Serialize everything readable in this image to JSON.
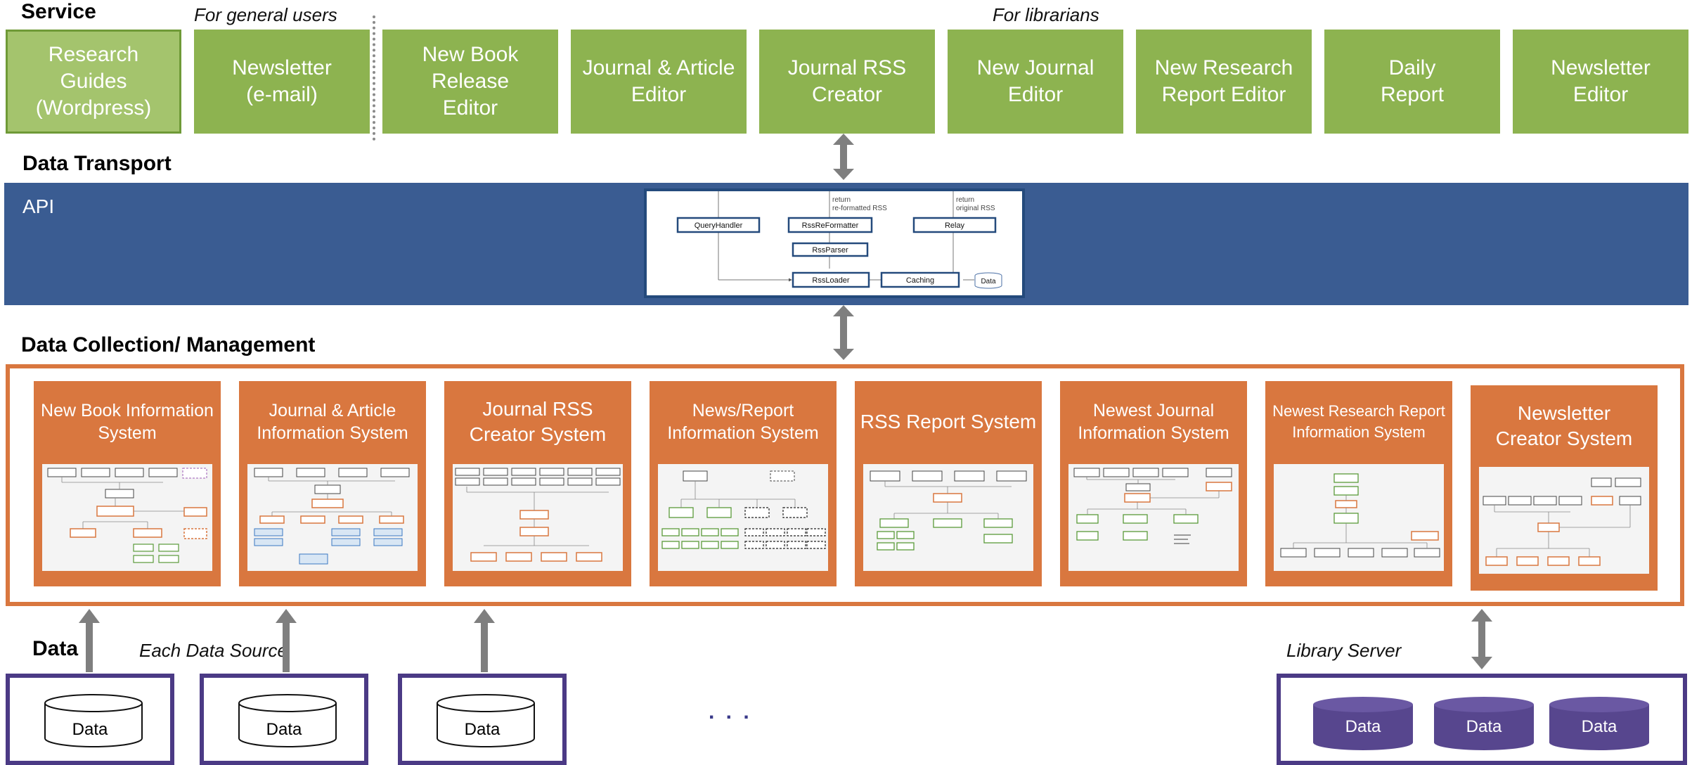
{
  "headers": {
    "service": "Service",
    "transport": "Data Transport",
    "collection": "Data Collection/ Management",
    "data": "Data"
  },
  "captions": {
    "general_users": "For general users",
    "librarians": "For librarians",
    "each_source": "Each Data Source",
    "library_server": "Library Server"
  },
  "services": [
    "Research\nGuides\n(Wordpress)",
    "Newsletter\n(e-mail)",
    "New Book\nRelease\nEditor",
    "Journal & Article\nEditor",
    "Journal RSS\nCreator",
    "New Journal\nEditor",
    "New Research\nReport Editor",
    "Daily\nReport",
    "Newsletter\nEditor"
  ],
  "api": {
    "label": "API",
    "components": {
      "query_handler": "QueryHandler",
      "reformatter": "RssReFormatter",
      "relay": "Relay",
      "parser": "RssParser",
      "loader": "RssLoader",
      "caching": "Caching",
      "data": "Data"
    },
    "notes": {
      "reformatted_1": "return",
      "reformatted_2": "re-formatted RSS",
      "original_1": "return",
      "original_2": "original RSS"
    }
  },
  "systems": [
    "New Book Information\nSystem",
    "Journal & Article\nInformation System",
    "Journal RSS\nCreator System",
    "News/Report\nInformation System",
    "RSS Report System",
    "Newest Journal\nInformation System",
    "Newest Research Report\nInformation System",
    "Newsletter\nCreator System"
  ],
  "sources": {
    "cyl_label": "Data",
    "ellipsis": ". . ."
  },
  "colors": {
    "service_green": "#8db350",
    "api_blue": "#3a5c92",
    "system_orange": "#d9773f",
    "data_purple": "#4b3a85",
    "arrow_gray": "#7f7f7f"
  }
}
